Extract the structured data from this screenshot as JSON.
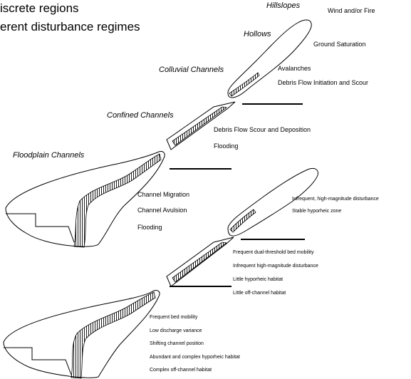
{
  "heading": {
    "line1": "iscrete regions",
    "line2": "erent disturbance regimes"
  },
  "upper": {
    "units": {
      "hillslopes": "Hillslopes",
      "hollows": "Hollows",
      "colluvial": "Colluvial Channels",
      "confined": "Confined Channels",
      "floodplain": "Floodplain Channels"
    },
    "processes": {
      "wind_fire": "Wind and/or Fire",
      "ground_saturation": "Ground Saturation",
      "avalanches": "Avalanches",
      "debris_initiation": "Debris Flow Initiation and Scour",
      "debris_scour_deposition": "Debris Flow Scour and Deposition",
      "flooding_confined": "Flooding",
      "channel_migration": "Channel Migration",
      "channel_avulsion": "Channel Avulsion",
      "flooding_floodplain": "Flooding"
    }
  },
  "lower": {
    "colluvial": [
      "Infrequent, high-magnitude disturbance",
      "Stable hyporheic zone"
    ],
    "confined": [
      "Frequent dual-threshold bed mobility",
      "Infrequent high-magnitude disturbance",
      "Little hyporheic habitat",
      "Little off-channel habitat"
    ],
    "floodplain": [
      "Frequent bed mobility",
      "Low discharge variance",
      "Shifting channel position",
      "Abundant and complex hyporheic habitat",
      "Complex off-channel  habitat"
    ]
  }
}
